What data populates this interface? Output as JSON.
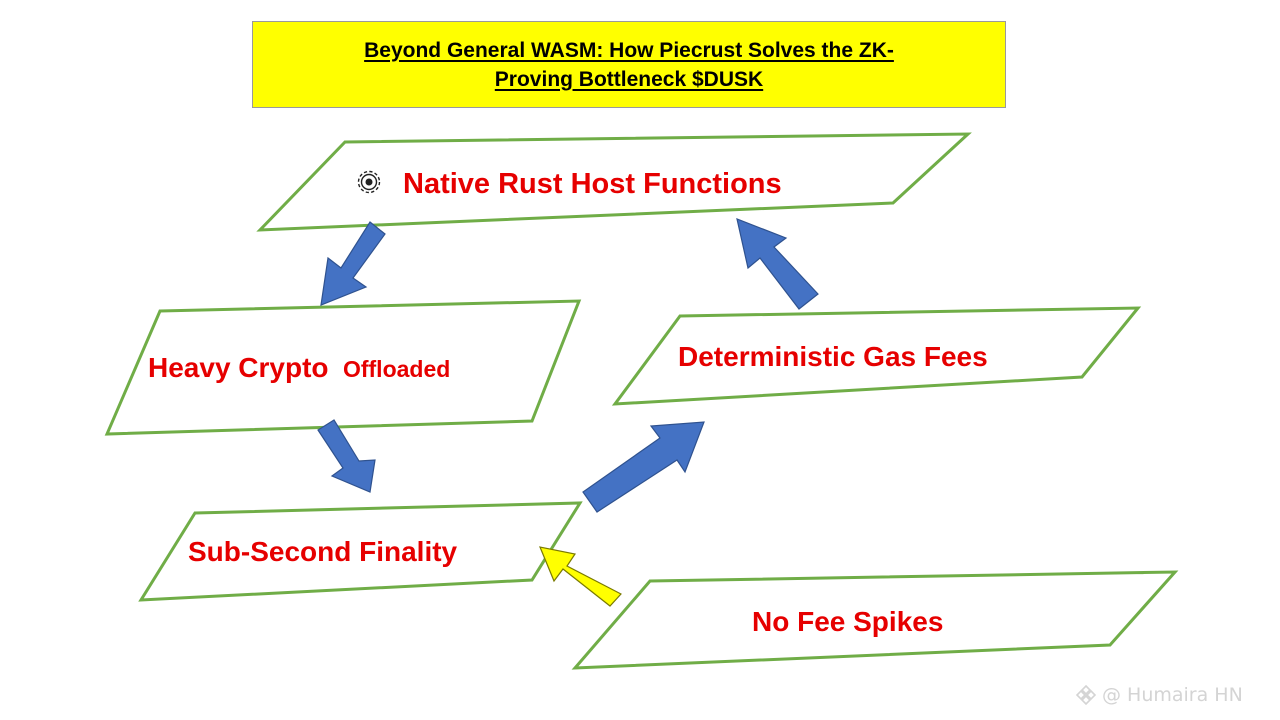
{
  "title": {
    "line1": "Beyond General WASM: How Piecrust Solves the ZK-",
    "line2": "Proving Bottleneck $DUSK"
  },
  "nodes": {
    "native_rust": {
      "label": "Native Rust Host Functions",
      "icon": "gear-icon"
    },
    "heavy_crypto": {
      "label_main": "Heavy Crypto",
      "label_small": "Offloaded"
    },
    "deterministic_gas": {
      "label": "Deterministic Gas Fees"
    },
    "sub_second": {
      "label": "Sub-Second Finality"
    },
    "no_fee_spikes": {
      "label": "No Fee Spikes"
    }
  },
  "watermark": {
    "text": "@ Humaira HN",
    "icon": "binance-logo-icon"
  },
  "colors": {
    "title_background": "#ffff00",
    "node_border": "#70ad47",
    "node_text": "#e60000",
    "flow_arrow": "#4472c4",
    "highlight_arrow": "#ffff00"
  }
}
